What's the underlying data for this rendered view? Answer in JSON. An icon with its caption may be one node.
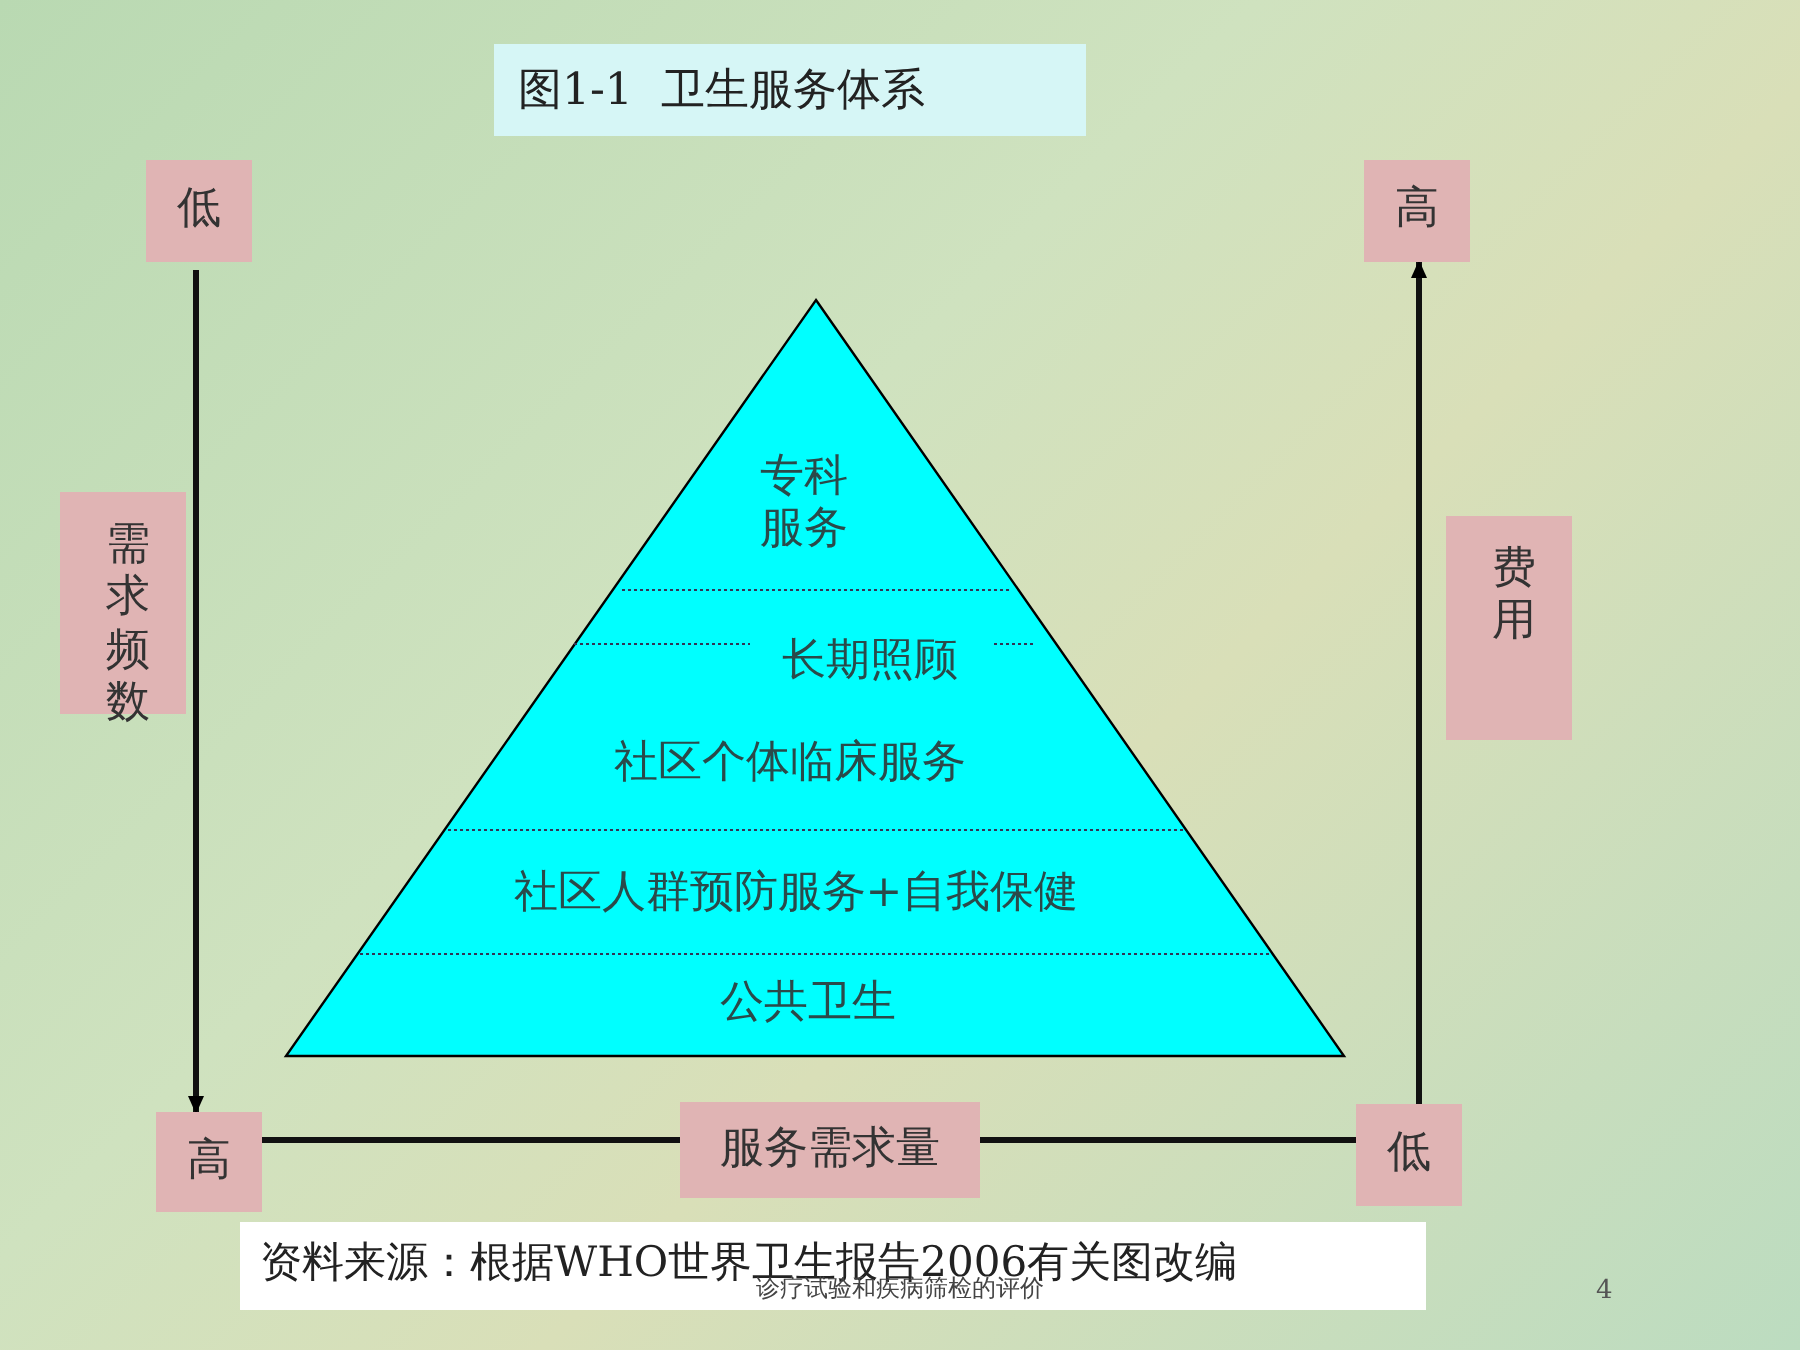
{
  "diagram": {
    "title": "图1-1  卫生服务体系",
    "caption": "资料来源：根据WHO世界卫生报告2006有关图改编",
    "nodes": [
      {
        "text": [
          "低"
        ]
      },
      {
        "text": [
          "高"
        ]
      },
      {
        "text": [
          "专科服务"
        ]
      },
      {
        "text": [
          "需求频数"
        ]
      },
      {
        "text": [
          "费用"
        ]
      },
      {
        "text": [
          "长期照顾"
        ]
      },
      {
        "text": [
          "社区个体临床服务"
        ]
      },
      {
        "text": [
          "社区人群预防服务+自我保健"
        ]
      },
      {
        "text": [
          "公共卫生"
        ]
      },
      {
        "text": [
          "高"
        ]
      },
      {
        "text": [
          "服务需求量"
        ]
      },
      {
        "text": [
          "低"
        ]
      }
    ],
    "edges": [
      {
        "from": 0,
        "to": 9,
        "arrow": "to"
      },
      {
        "from": 11,
        "to": 1,
        "arrow": "to"
      },
      {
        "from": 9,
        "to": 10,
        "arrow": "none"
      },
      {
        "from": 10,
        "to": 11,
        "arrow": "none"
      }
    ],
    "labels": [
      "诊疗试验和疾病筛检的评价",
      "4"
    ]
  }
}
